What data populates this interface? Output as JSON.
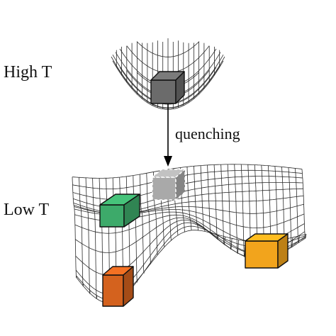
{
  "labels": {
    "high_t": "High T",
    "low_t": "Low T",
    "quenching": "quenching"
  },
  "colors": {
    "mesh": "#2a2a2a",
    "cube_high": "#6b6b6b",
    "cube_ghost": "#a9a9a9",
    "cube_green": "#3daa6a",
    "cube_orange": "#f2a41c",
    "cube_rust": "#d4621e",
    "arrow": "#000000"
  },
  "icons": {
    "high_cube": "gray-cube",
    "ghost_cube": "dashed-gray-cube",
    "green_cube": "green-cube",
    "orange_cube": "orange-cube",
    "rust_cube": "rust-cube"
  }
}
